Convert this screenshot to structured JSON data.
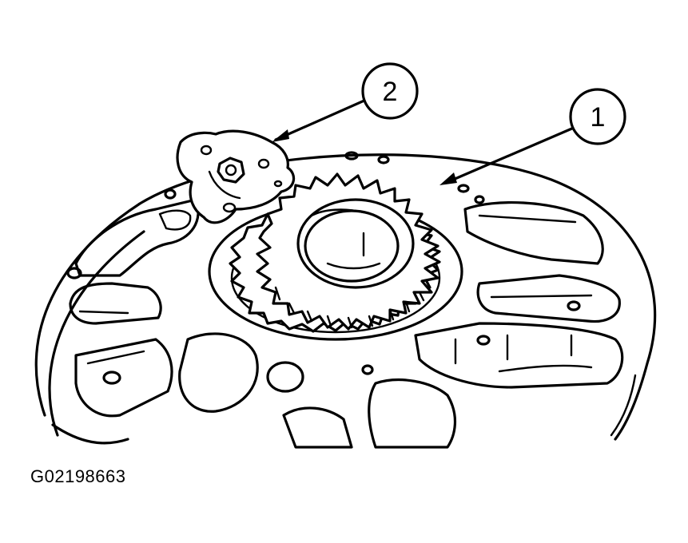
{
  "callouts": [
    {
      "id": "1",
      "label": "1"
    },
    {
      "id": "2",
      "label": "2"
    }
  ],
  "figure_id": "G02198663"
}
